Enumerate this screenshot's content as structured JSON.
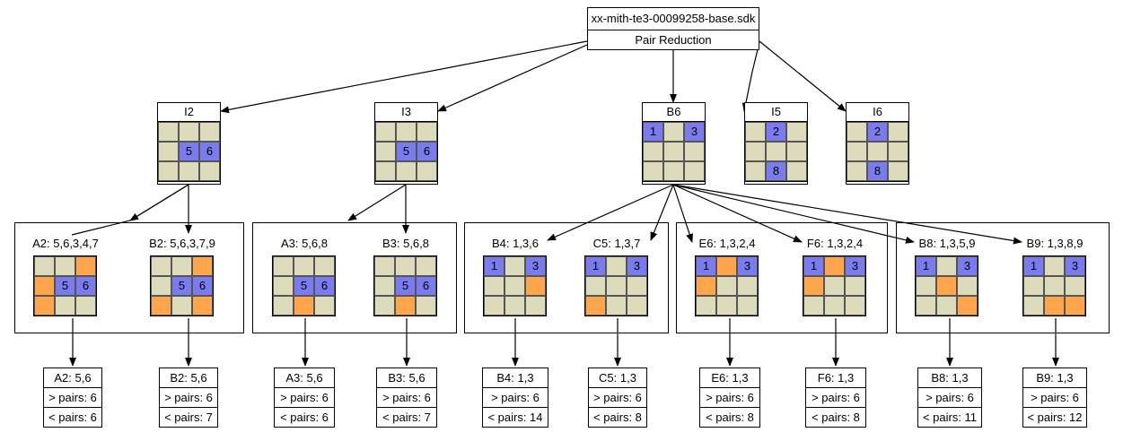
{
  "root": {
    "title": "xx-mith-te3-00099258-base.sdk",
    "subtitle": "Pair Reduction"
  },
  "level1": [
    {
      "id": "I2",
      "label": "I2",
      "cells": [
        [
          "",
          "",
          ""
        ],
        [
          "",
          "5",
          "6"
        ],
        [
          "",
          "",
          ""
        ]
      ],
      "colors": [
        [
          "n",
          "n",
          "n"
        ],
        [
          "n",
          "b",
          "b"
        ],
        [
          "n",
          "n",
          "n"
        ]
      ]
    },
    {
      "id": "I3",
      "label": "I3",
      "cells": [
        [
          "",
          "",
          ""
        ],
        [
          "",
          "5",
          "6"
        ],
        [
          "",
          "",
          ""
        ]
      ],
      "colors": [
        [
          "n",
          "n",
          "n"
        ],
        [
          "n",
          "b",
          "b"
        ],
        [
          "n",
          "n",
          "n"
        ]
      ]
    },
    {
      "id": "B6",
      "label": "B6",
      "cells": [
        [
          "1",
          "",
          "3"
        ],
        [
          "",
          "",
          ""
        ],
        [
          "",
          "",
          ""
        ]
      ],
      "colors": [
        [
          "b",
          "n",
          "b"
        ],
        [
          "n",
          "n",
          "n"
        ],
        [
          "n",
          "n",
          "n"
        ]
      ]
    },
    {
      "id": "I5",
      "label": "I5",
      "cells": [
        [
          "",
          "2",
          ""
        ],
        [
          "",
          "",
          ""
        ],
        [
          "",
          "8",
          ""
        ]
      ],
      "colors": [
        [
          "n",
          "b",
          "n"
        ],
        [
          "n",
          "n",
          "n"
        ],
        [
          "n",
          "b",
          "n"
        ]
      ]
    },
    {
      "id": "I6",
      "label": "I6",
      "cells": [
        [
          "",
          "2",
          ""
        ],
        [
          "",
          "",
          ""
        ],
        [
          "",
          "8",
          ""
        ]
      ],
      "colors": [
        [
          "n",
          "b",
          "n"
        ],
        [
          "n",
          "n",
          "n"
        ],
        [
          "n",
          "b",
          "n"
        ]
      ]
    }
  ],
  "level2": [
    {
      "id": "A2",
      "label": "A2: 5,6,3,4,7",
      "cells": [
        [
          "",
          "",
          ""
        ],
        [
          "",
          "5",
          "6"
        ],
        [
          "",
          "",
          ""
        ]
      ],
      "colors": [
        [
          "n",
          "n",
          "o"
        ],
        [
          "o",
          "b",
          "b"
        ],
        [
          "o",
          "n",
          "n"
        ]
      ]
    },
    {
      "id": "B2",
      "label": "B2: 5,6,3,7,9",
      "cells": [
        [
          "",
          "",
          ""
        ],
        [
          "",
          "5",
          "6"
        ],
        [
          "",
          "",
          ""
        ]
      ],
      "colors": [
        [
          "n",
          "n",
          "o"
        ],
        [
          "n",
          "b",
          "b"
        ],
        [
          "o",
          "n",
          "o"
        ]
      ]
    },
    {
      "id": "A3",
      "label": "A3: 5,6,8",
      "cells": [
        [
          "",
          "",
          ""
        ],
        [
          "",
          "5",
          "6"
        ],
        [
          "",
          "",
          ""
        ]
      ],
      "colors": [
        [
          "n",
          "n",
          "n"
        ],
        [
          "n",
          "b",
          "b"
        ],
        [
          "n",
          "o",
          "n"
        ]
      ]
    },
    {
      "id": "B3",
      "label": "B3: 5,6,8",
      "cells": [
        [
          "",
          "",
          ""
        ],
        [
          "",
          "5",
          "6"
        ],
        [
          "",
          "",
          ""
        ]
      ],
      "colors": [
        [
          "n",
          "n",
          "n"
        ],
        [
          "n",
          "b",
          "b"
        ],
        [
          "n",
          "o",
          "n"
        ]
      ]
    },
    {
      "id": "B4",
      "label": "B4: 1,3,6",
      "cells": [
        [
          "1",
          "",
          "3"
        ],
        [
          "",
          "",
          ""
        ],
        [
          "",
          "",
          ""
        ]
      ],
      "colors": [
        [
          "b",
          "n",
          "b"
        ],
        [
          "n",
          "n",
          "o"
        ],
        [
          "n",
          "n",
          "n"
        ]
      ]
    },
    {
      "id": "C5",
      "label": "C5: 1,3,7",
      "cells": [
        [
          "1",
          "",
          "3"
        ],
        [
          "",
          "",
          ""
        ],
        [
          "",
          "",
          ""
        ]
      ],
      "colors": [
        [
          "b",
          "n",
          "b"
        ],
        [
          "n",
          "n",
          "n"
        ],
        [
          "o",
          "n",
          "n"
        ]
      ]
    },
    {
      "id": "E6",
      "label": "E6: 1,3,2,4",
      "cells": [
        [
          "1",
          "",
          "3"
        ],
        [
          "",
          "",
          ""
        ],
        [
          "",
          "",
          ""
        ]
      ],
      "colors": [
        [
          "b",
          "o",
          "b"
        ],
        [
          "o",
          "n",
          "n"
        ],
        [
          "n",
          "n",
          "n"
        ]
      ]
    },
    {
      "id": "F6",
      "label": "F6: 1,3,2,4",
      "cells": [
        [
          "1",
          "",
          "3"
        ],
        [
          "",
          "",
          ""
        ],
        [
          "",
          "",
          ""
        ]
      ],
      "colors": [
        [
          "b",
          "o",
          "b"
        ],
        [
          "o",
          "n",
          "n"
        ],
        [
          "n",
          "n",
          "n"
        ]
      ]
    },
    {
      "id": "B8",
      "label": "B8: 1,3,5,9",
      "cells": [
        [
          "1",
          "",
          "3"
        ],
        [
          "",
          "",
          ""
        ],
        [
          "",
          "",
          ""
        ]
      ],
      "colors": [
        [
          "b",
          "n",
          "b"
        ],
        [
          "n",
          "o",
          "n"
        ],
        [
          "n",
          "n",
          "o"
        ]
      ]
    },
    {
      "id": "B9",
      "label": "B9: 1,3,8,9",
      "cells": [
        [
          "1",
          "",
          "3"
        ],
        [
          "",
          "",
          ""
        ],
        [
          "",
          "",
          ""
        ]
      ],
      "colors": [
        [
          "b",
          "n",
          "b"
        ],
        [
          "n",
          "n",
          "n"
        ],
        [
          "n",
          "o",
          "o"
        ]
      ]
    }
  ],
  "results": [
    {
      "id": "A2",
      "title": "A2: 5,6",
      "gt": "> pairs: 6",
      "lt": "< pairs: 6"
    },
    {
      "id": "B2",
      "title": "B2: 5,6",
      "gt": "> pairs: 6",
      "lt": "< pairs: 7"
    },
    {
      "id": "A3",
      "title": "A3: 5,6",
      "gt": "> pairs: 6",
      "lt": "< pairs: 6"
    },
    {
      "id": "B3",
      "title": "B3: 5,6",
      "gt": "> pairs: 6",
      "lt": "< pairs: 7"
    },
    {
      "id": "B4",
      "title": "B4: 1,3",
      "gt": "> pairs: 6",
      "lt": "< pairs: 14"
    },
    {
      "id": "C5",
      "title": "C5: 1,3",
      "gt": "> pairs: 6",
      "lt": "< pairs: 8"
    },
    {
      "id": "E6",
      "title": "E6: 1,3",
      "gt": "> pairs: 6",
      "lt": "< pairs: 8"
    },
    {
      "id": "F6",
      "title": "F6: 1,3",
      "gt": "> pairs: 6",
      "lt": "< pairs: 8"
    },
    {
      "id": "B8",
      "title": "B8: 1,3",
      "gt": "> pairs: 6",
      "lt": "< pairs: 11"
    },
    {
      "id": "B9",
      "title": "B9: 1,3",
      "gt": "> pairs: 6",
      "lt": "< pairs: 12"
    }
  ],
  "colors": {
    "cell": "#dcdcbc",
    "blue": "#7b7bf0",
    "orange": "#ffa64d"
  }
}
